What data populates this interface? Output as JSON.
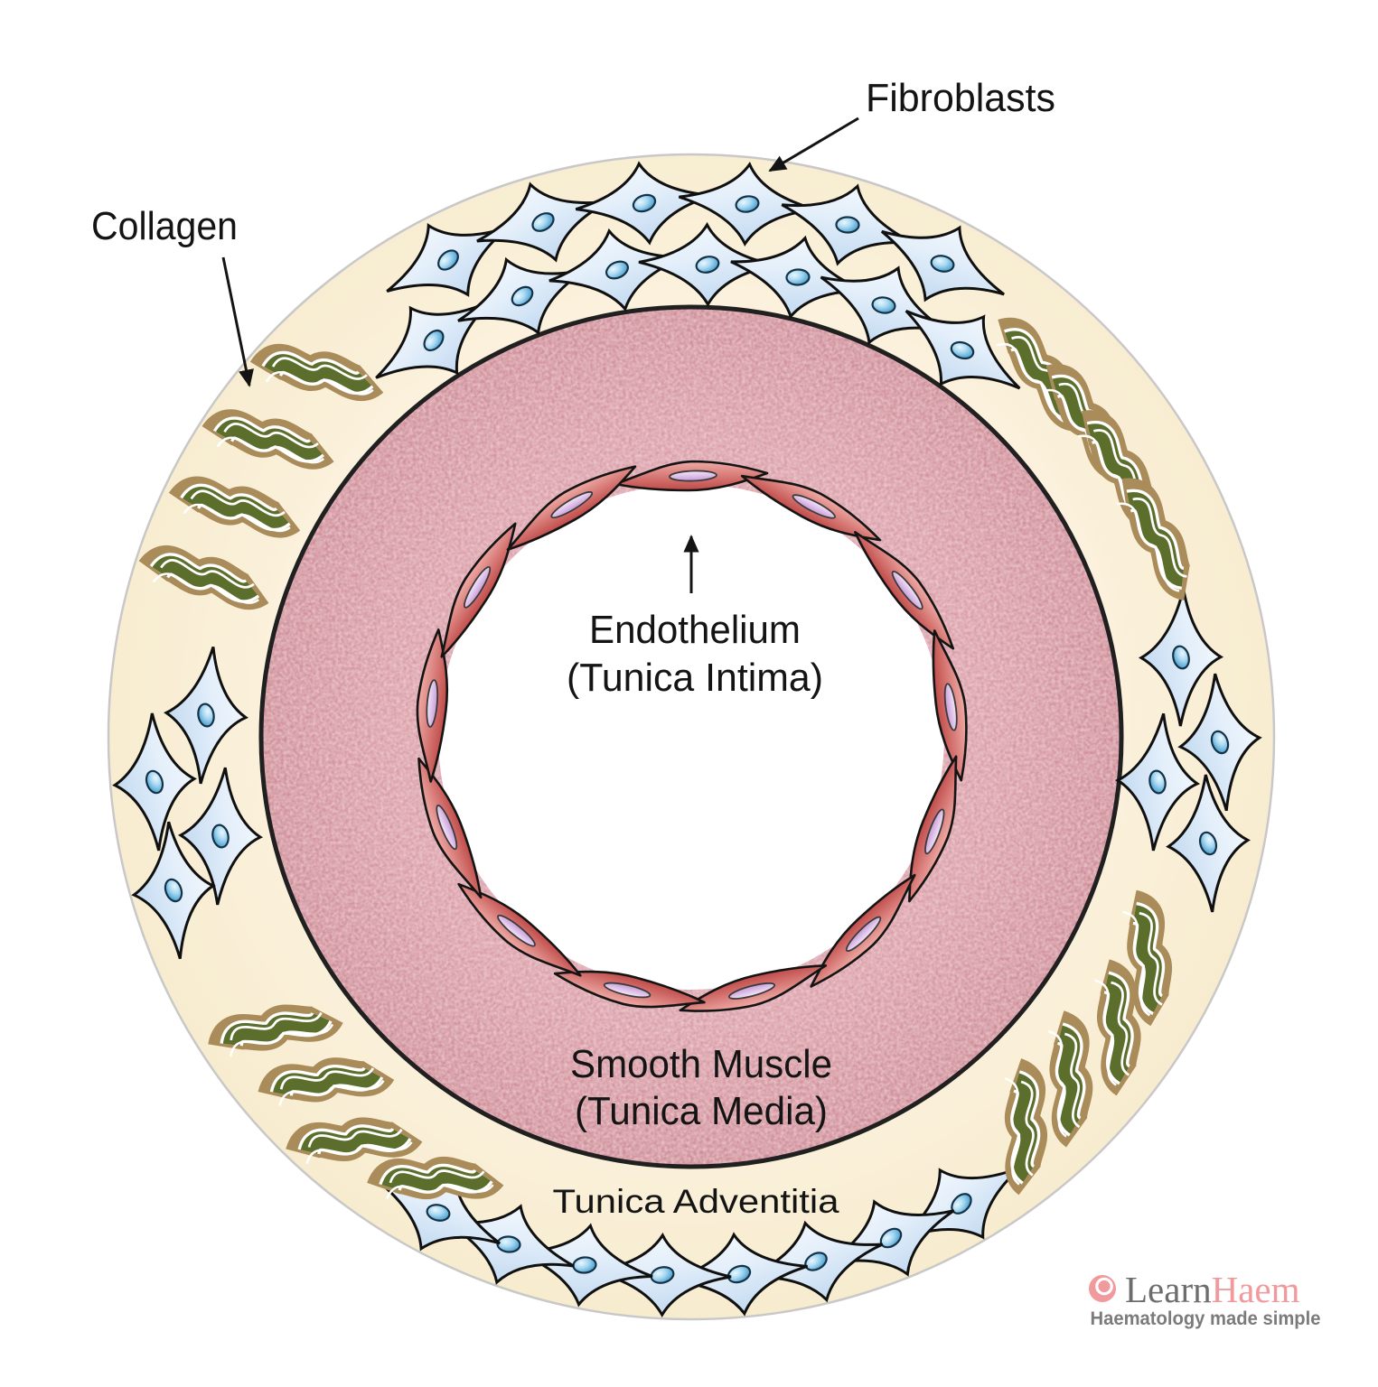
{
  "diagram": {
    "title_context": "Blood vessel cross-section",
    "labels": {
      "fibroblasts": "Fibroblasts",
      "collagen": "Collagen",
      "endothelium_line1": "Endothelium",
      "endothelium_line2": "(Tunica Intima)",
      "smooth_muscle_line1": "Smooth Muscle",
      "smooth_muscle_line2": "(Tunica Media)",
      "tunica_adventitia": "Tunica Adventitia"
    }
  },
  "logo": {
    "learn": "Learn",
    "haem": "Haem",
    "tagline": "Haematology made simple"
  },
  "colors": {
    "text": "#141414",
    "adventitia_inner": "#fdf7ea",
    "adventitia_mid": "#fbf1dc",
    "adventitia_outer": "#f7ecce",
    "adventitia_stroke": "#c8c8c8",
    "media_center": "#e3aeb6",
    "media_mid": "#d89aa4",
    "media_edge": "#cc8994",
    "media_stroke": "#202020",
    "lumen": "#ffffff",
    "endothelial_light": "#efaba6",
    "endothelial_dark": "#bf4a48",
    "endo_nucleus_light": "#f5e7f9",
    "endo_nucleus_dark": "#c69bd8",
    "fibroblast_light": "#f6fafe",
    "fibroblast_mid": "#e4effa",
    "fibroblast_dark": "#c6dcf2",
    "fib_nucleus_highlight": "#eaf7fe",
    "fib_nucleus_mid": "#a9d9f2",
    "fib_nucleus_dark": "#2f8fc5",
    "collagen_tan": "#a98c5a",
    "collagen_olive": "#5c6e2c",
    "logo_pink": "#f19a9e",
    "logo_gray": "#6d6d6d",
    "tagline_gray": "#7b7b7b"
  }
}
